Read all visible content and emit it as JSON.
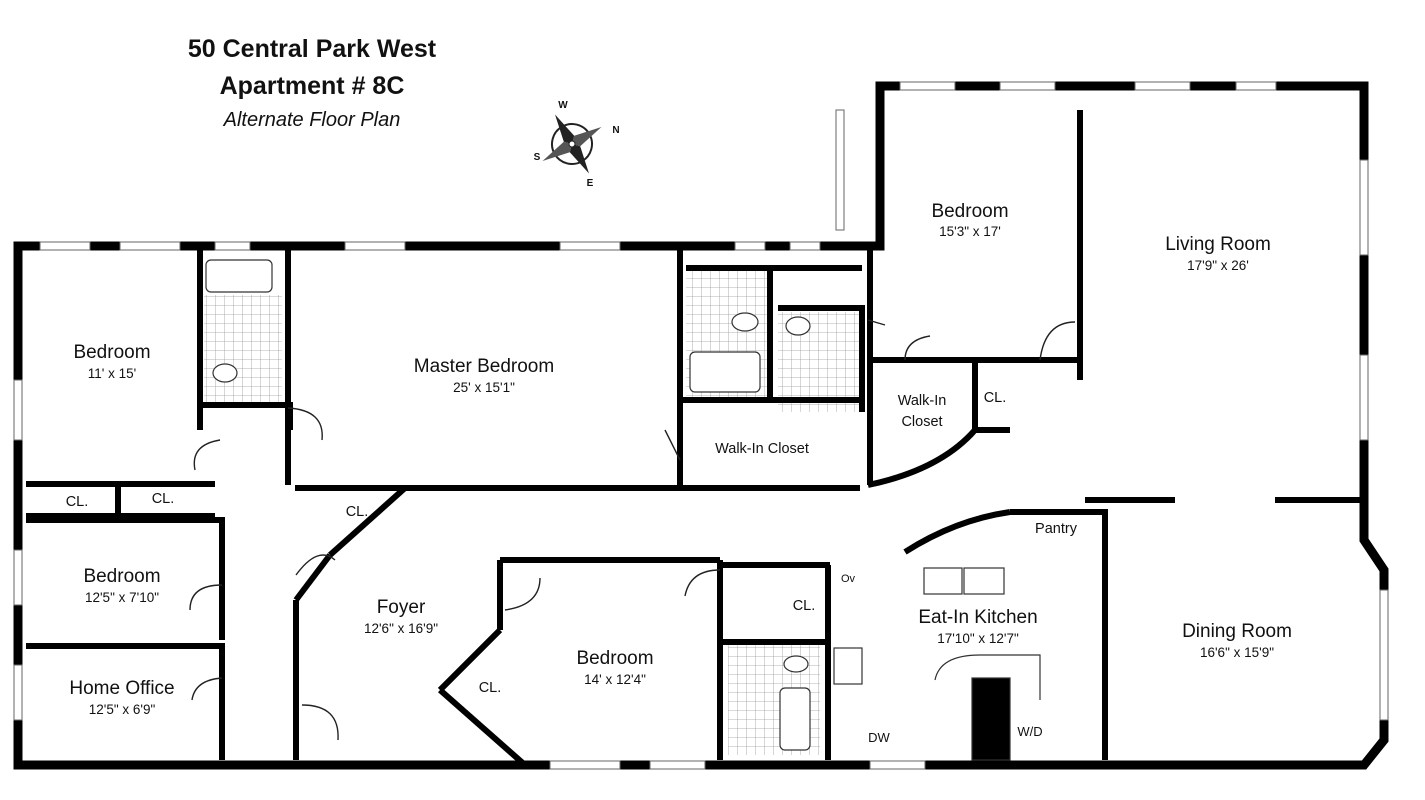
{
  "header": {
    "address": "50 Central Park West",
    "apartment": "Apartment # 8C",
    "subtitle": "Alternate Floor Plan"
  },
  "compass": {
    "n": "N",
    "s": "S",
    "e": "E",
    "w": "W"
  },
  "rooms": {
    "bedroom_ne": {
      "name": "Bedroom",
      "dims": "15'3\" x 17'"
    },
    "living": {
      "name": "Living Room",
      "dims": "17'9\" x 26'"
    },
    "bedroom_w": {
      "name": "Bedroom",
      "dims": "11' x 15'"
    },
    "master": {
      "name": "Master Bedroom",
      "dims": "25' x 15'1\""
    },
    "bedroom_sw": {
      "name": "Bedroom",
      "dims": "12'5\" x 7'10\""
    },
    "office": {
      "name": "Home Office",
      "dims": "12'5\" x 6'9\""
    },
    "foyer": {
      "name": "Foyer",
      "dims": "12'6\" x 16'9\""
    },
    "bedroom_s": {
      "name": "Bedroom",
      "dims": "14' x 12'4\""
    },
    "kitchen": {
      "name": "Eat-In Kitchen",
      "dims": "17'10\" x 12'7\""
    },
    "dining": {
      "name": "Dining Room",
      "dims": "16'6\" x 15'9\""
    }
  },
  "small_labels": {
    "walkin_master": "Walk-In Closet",
    "walkin_ne_1": "Walk-In",
    "walkin_ne_2": "Closet",
    "cl": "CL.",
    "pantry": "Pantry",
    "ov": "Ov",
    "dw": "DW",
    "wd": "W/D"
  }
}
